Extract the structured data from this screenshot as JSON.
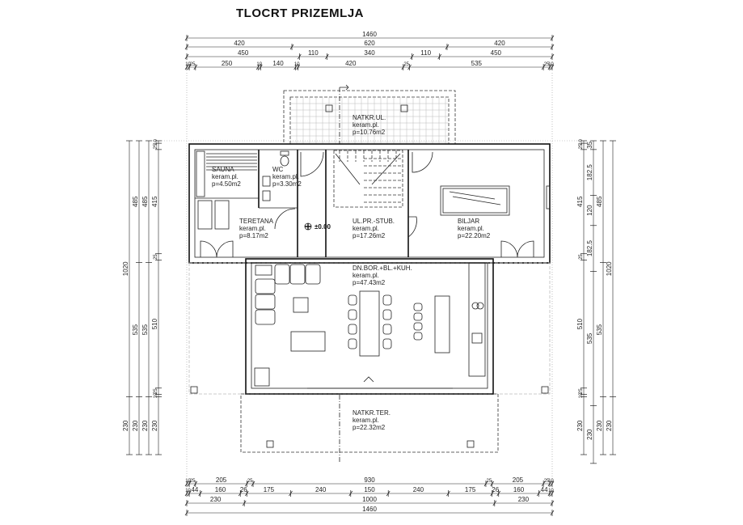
{
  "title": "TLOCRT PRIZEMLJA",
  "dimensions": {
    "top_rows": [
      [
        1460
      ],
      [
        420,
        620,
        420
      ],
      [
        450,
        110,
        340,
        110,
        450
      ],
      [
        10,
        25,
        250,
        10,
        140,
        10,
        420,
        25,
        535,
        25,
        10
      ]
    ],
    "bottom_rows": [
      [
        10,
        25,
        205,
        25,
        930,
        25,
        205,
        25,
        10
      ],
      [
        10,
        44,
        160,
        26,
        175,
        240,
        150,
        240,
        175,
        26,
        160,
        44,
        10
      ],
      [
        230,
        1000,
        230
      ],
      [
        1460
      ]
    ],
    "left_cols": [
      [
        1020,
        230
      ],
      [
        485,
        535,
        230
      ],
      [
        485,
        535,
        230
      ],
      [
        10,
        25,
        415,
        25,
        510,
        25,
        10,
        230
      ]
    ],
    "right_cols": [
      [
        10,
        25,
        415,
        25,
        510,
        25,
        10,
        230
      ],
      [
        35,
        182.5,
        120,
        182.5,
        535,
        230
      ],
      [
        485,
        535,
        230
      ],
      [
        1020,
        230
      ]
    ]
  },
  "level_mark": "±0.00",
  "rooms": [
    {
      "name": "NATKR.UL.",
      "floor": "keram.pl.",
      "area": "p=10.76m2"
    },
    {
      "name": "SAUNA",
      "floor": "keram.pl.",
      "area": "p=4.50m2"
    },
    {
      "name": "WC",
      "floor": "keram.pl.",
      "area": "p=3.30m2"
    },
    {
      "name": "TERETANA",
      "floor": "keram.pl.",
      "area": "p=8.17m2"
    },
    {
      "name": "UL.PR.-STUB.",
      "floor": "keram.pl.",
      "area": "p=17.26m2"
    },
    {
      "name": "BILJAR",
      "floor": "keram.pl.",
      "area": "p=22.20m2"
    },
    {
      "name": "DN.BOR.+BL.+KUH.",
      "floor": "keram.pl.",
      "area": "p=47.43m2"
    },
    {
      "name": "NATKR.TER.",
      "floor": "keram.pl.",
      "area": "p=22.32m2"
    }
  ]
}
